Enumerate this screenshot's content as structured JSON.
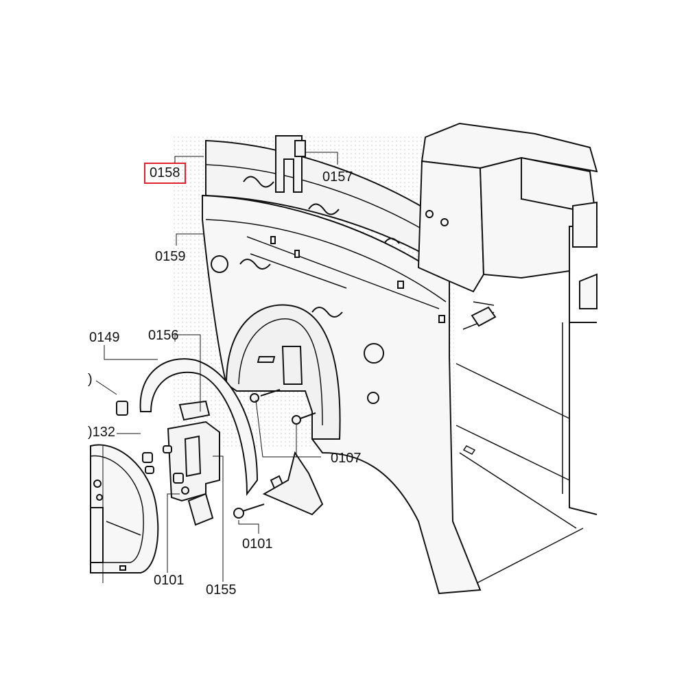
{
  "diagram": {
    "highlight_color": "#e0202a",
    "labels": [
      {
        "id": "l0158",
        "text": "0158",
        "highlighted": true
      },
      {
        "id": "l0157",
        "text": "0157",
        "highlighted": false
      },
      {
        "id": "l0159",
        "text": "0159",
        "highlighted": false
      },
      {
        "id": "l0149",
        "text": "0149",
        "highlighted": false
      },
      {
        "id": "l0156",
        "text": "0156",
        "highlighted": false
      },
      {
        "id": "l0_cut",
        "text": ")",
        "highlighted": false
      },
      {
        "id": "l0132",
        "text": ")132",
        "highlighted": false
      },
      {
        "id": "l0107",
        "text": "0107",
        "highlighted": false
      },
      {
        "id": "l0101a",
        "text": "0101",
        "highlighted": false
      },
      {
        "id": "l0101b",
        "text": "0101",
        "highlighted": false
      },
      {
        "id": "l0155",
        "text": "0155",
        "highlighted": false
      }
    ]
  }
}
